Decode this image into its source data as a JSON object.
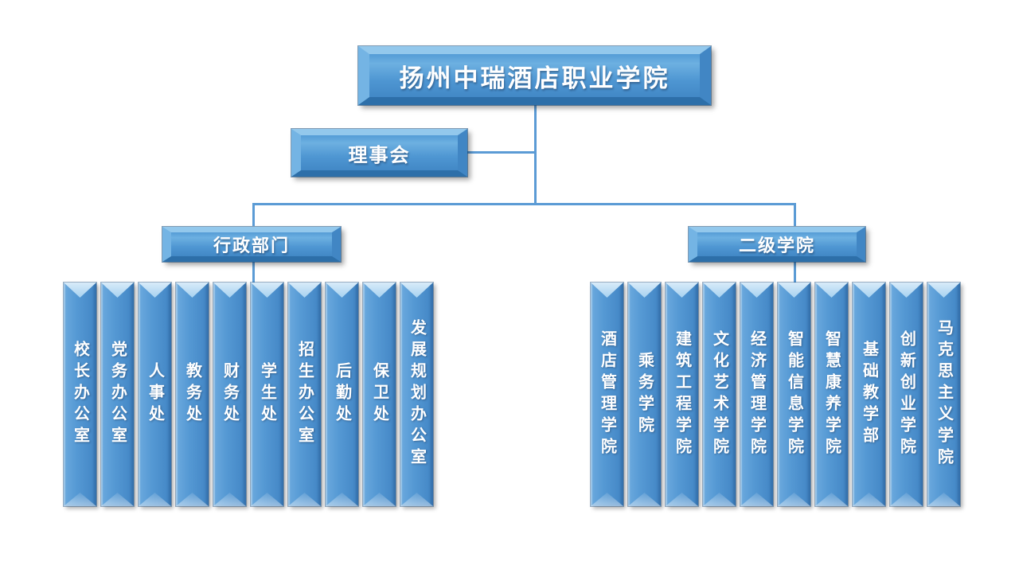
{
  "title": "扬州中瑞酒店职业学院",
  "board": {
    "label": "理事会"
  },
  "branches": [
    {
      "label": "行政部门",
      "children": [
        "校长办公室",
        "党务办公室",
        "人事处",
        "教务处",
        "财务处",
        "学生处",
        "招生办公室",
        "后勤处",
        "保卫处",
        "发展规划办公室"
      ]
    },
    {
      "label": "二级学院",
      "children": [
        "酒店管理学院",
        "乘务学院",
        "建筑工程学院",
        "文化艺术学院",
        "经济管理学院",
        "智能信息学院",
        "智慧康养学院",
        "基础教学部",
        "创新创业学院",
        "马克思主义学院"
      ]
    }
  ],
  "colors": {
    "accent": "#5b9bd5",
    "connector": "#5b9bd5",
    "box_face": "#4e96d2",
    "box_text": "#ffffff"
  }
}
